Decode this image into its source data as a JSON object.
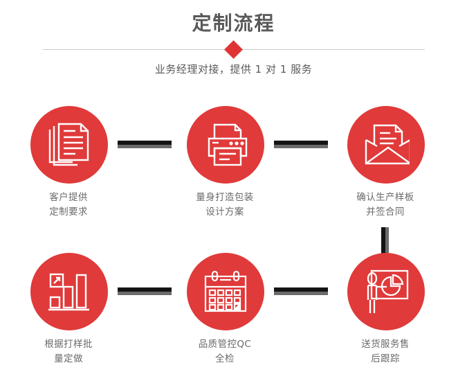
{
  "header": {
    "title": "定制流程",
    "subtitle": "业务经理对接，提供 1 对 1 服务",
    "title_color": "#595959",
    "accent_color": "#e03434",
    "divider_color": "#c9c9c9"
  },
  "theme": {
    "circle_color": "#e03a3a",
    "icon_color": "#ffffff",
    "connector_dark": "#141414",
    "connector_gray": "#6b6b6b",
    "label_color": "#6a6a6a",
    "background": "#ffffff"
  },
  "steps": [
    {
      "index": 1,
      "icon": "documents-stack-icon",
      "label_line1": "客户提供",
      "label_line2": "定制要求"
    },
    {
      "index": 2,
      "icon": "printer-icon",
      "label_line1": "量身打造包装",
      "label_line2": "设计方案"
    },
    {
      "index": 3,
      "icon": "envelope-document-icon",
      "label_line1": "确认生产样板",
      "label_line2": "并签合同"
    },
    {
      "index": 4,
      "icon": "bar-chart-growth-icon",
      "label_line1": "根据打样批",
      "label_line2": "量定做"
    },
    {
      "index": 5,
      "icon": "calendar-check-icon",
      "label_line1": "品质管控QC",
      "label_line2": "全检"
    },
    {
      "index": 6,
      "icon": "presenter-pie-chart-icon",
      "label_line1": "送货服务售",
      "label_line2": "后跟踪"
    }
  ],
  "connectors": [
    {
      "name": "connector-step1-step2",
      "orientation": "horizontal"
    },
    {
      "name": "connector-step2-step3",
      "orientation": "horizontal"
    },
    {
      "name": "connector-step3-step4",
      "orientation": "vertical"
    },
    {
      "name": "connector-step4-step5",
      "orientation": "horizontal"
    },
    {
      "name": "connector-step5-step6",
      "orientation": "horizontal"
    }
  ]
}
